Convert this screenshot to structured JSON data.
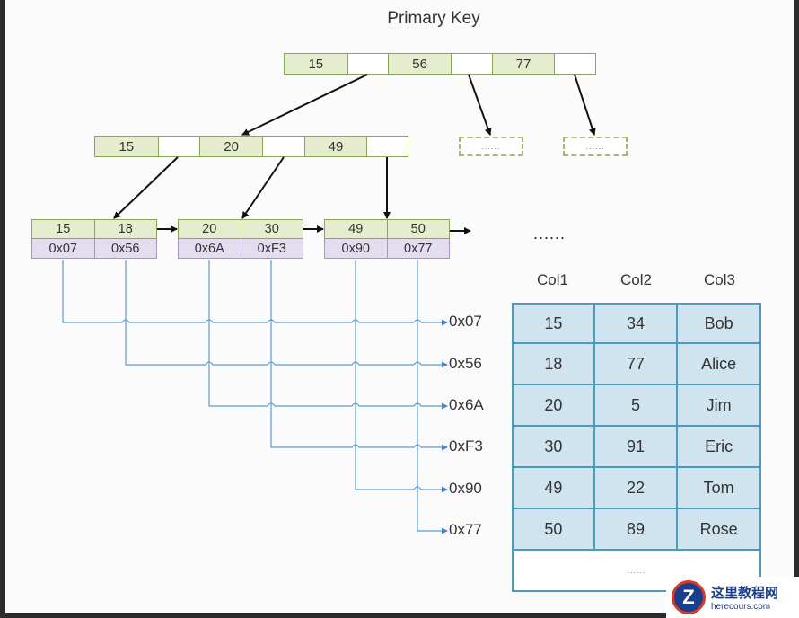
{
  "title": "Primary Key",
  "root_node": {
    "keys": [
      "15",
      "56",
      "77"
    ]
  },
  "internal_node": {
    "keys": [
      "15",
      "20",
      "49"
    ]
  },
  "placeholder_nodes": [
    "......",
    "......"
  ],
  "leaf_nodes": [
    {
      "keys": [
        "15",
        "18"
      ],
      "pointers": [
        "0x07",
        "0x56"
      ]
    },
    {
      "keys": [
        "20",
        "30"
      ],
      "pointers": [
        "0x6A",
        "0xF3"
      ]
    },
    {
      "keys": [
        "49",
        "50"
      ],
      "pointers": [
        "0x90",
        "0x77"
      ]
    }
  ],
  "leaf_ellipsis": "......",
  "addresses": [
    "0x07",
    "0x56",
    "0x6A",
    "0xF3",
    "0x90",
    "0x77"
  ],
  "table": {
    "headers": [
      "Col1",
      "Col2",
      "Col3"
    ],
    "rows": [
      [
        "15",
        "34",
        "Bob"
      ],
      [
        "18",
        "77",
        "Alice"
      ],
      [
        "20",
        "5",
        "Jim"
      ],
      [
        "30",
        "91",
        "Eric"
      ],
      [
        "49",
        "22",
        "Tom"
      ],
      [
        "50",
        "89",
        "Rose"
      ]
    ],
    "footer": "......"
  },
  "watermark": {
    "logo": "Z",
    "text_cn": "这里教程网",
    "text_en": "herecours.com"
  },
  "colors": {
    "key_fill": "#e6edcf",
    "node_border": "#8aa55a",
    "pointer_fill": "#e4dcef",
    "table_fill": "#cfe4ef",
    "table_border": "#4a9bbf",
    "link_line": "#5b9bd5"
  }
}
